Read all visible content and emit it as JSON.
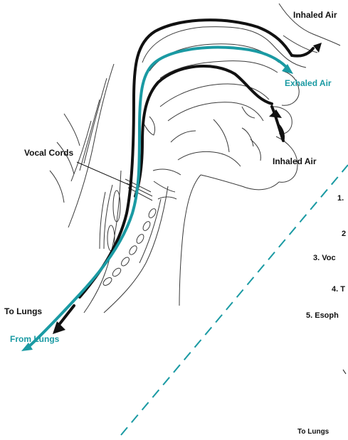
{
  "colors": {
    "teal": "#1a9aa3",
    "black": "#111111",
    "outline": "#3a3a3a"
  },
  "labels": {
    "inhaled_air_top": "Inhaled Air",
    "exhaled_air": "Exhaled Air",
    "vocal_cords": "Vocal Cords",
    "inhaled_air_mid": "Inhaled Air",
    "to_lungs_left": "To Lungs",
    "from_lungs": "From Lungs",
    "to_lungs_bottom": "To Lungs"
  },
  "right_panel_items": [
    "1.",
    "2",
    "3. Voc",
    "4. T",
    "5. Esoph"
  ]
}
